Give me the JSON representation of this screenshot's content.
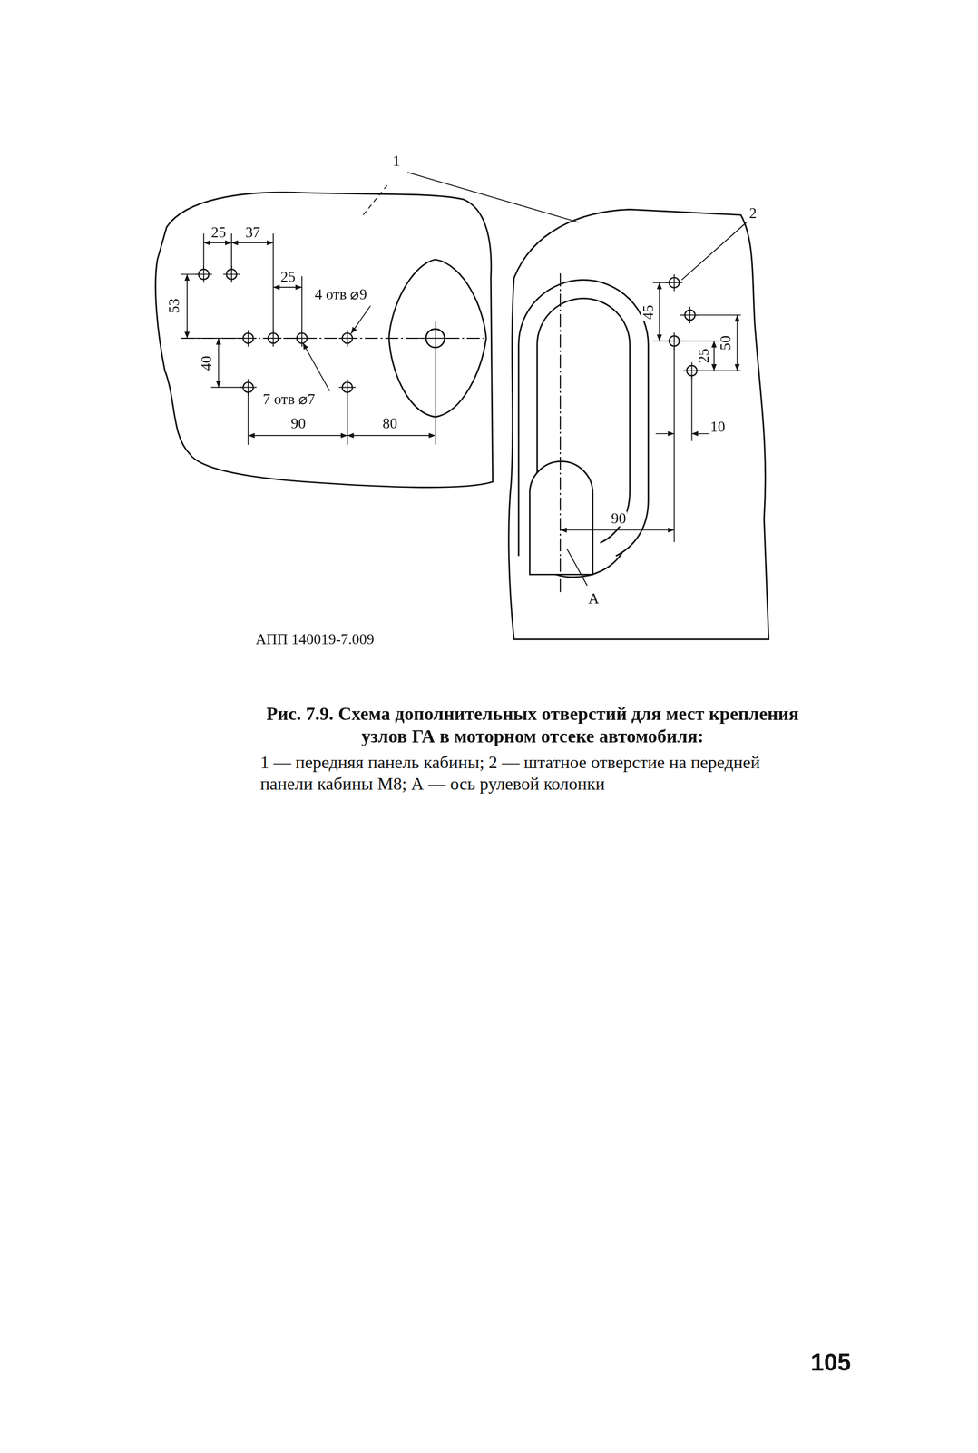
{
  "diagram": {
    "caption": "Рис. 7.9. Схема дополнительных отверстий для мест крепления узлов ГА в моторном отсеке автомобиля:",
    "labels": [
      "1",
      "2",
      "25",
      "37",
      "25",
      "53",
      "40",
      "4 отв ⌀9",
      "7 отв ⌀7",
      "90",
      "80",
      "45",
      "50",
      "25",
      "10",
      "90",
      "А",
      "АПП 140019-7.009",
      "1 — передняя панель кабины; 2 — штатное отверстие на передней панели кабины М8; А — ось рулевой колонки",
      "105"
    ]
  }
}
